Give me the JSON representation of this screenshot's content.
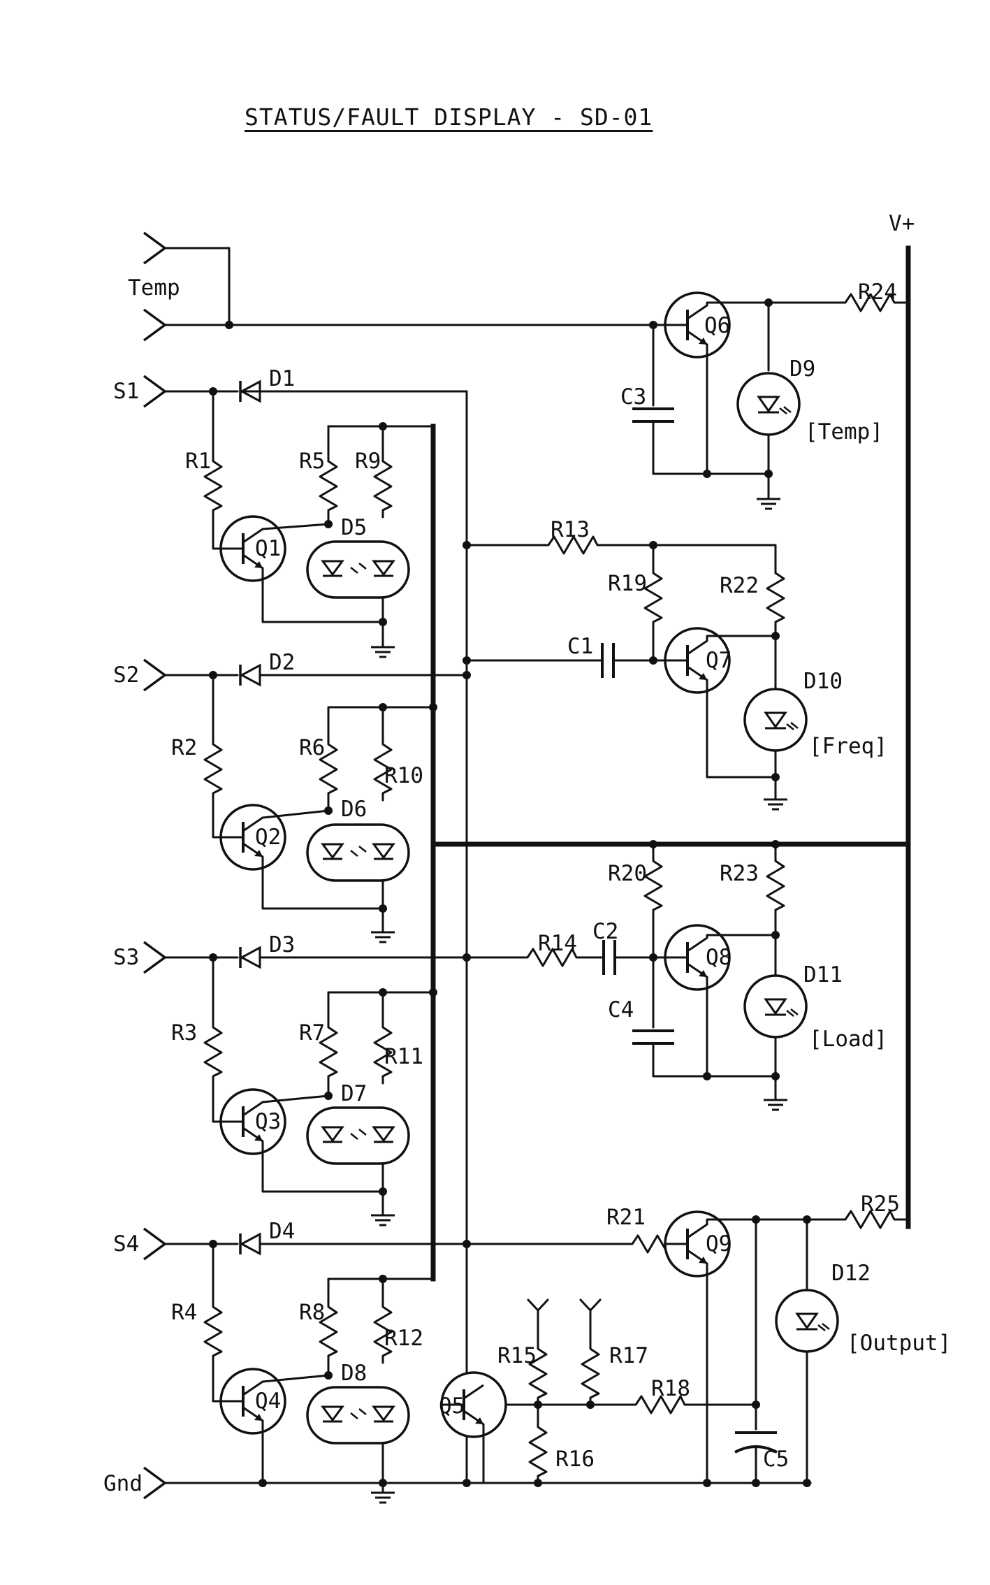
{
  "title": "STATUS/FAULT DISPLAY - SD-01",
  "terminals": {
    "temp": "Temp",
    "s1": "S1",
    "s2": "S2",
    "s3": "S3",
    "s4": "S4",
    "gnd": "Gnd",
    "vplus": "V+"
  },
  "diodes": {
    "d1": "D1",
    "d2": "D2",
    "d3": "D3",
    "d4": "D4"
  },
  "resistors": {
    "r1": "R1",
    "r2": "R2",
    "r3": "R3",
    "r4": "R4",
    "r5": "R5",
    "r6": "R6",
    "r7": "R7",
    "r8": "R8",
    "r9": "R9",
    "r10": "R10",
    "r11": "R11",
    "r12": "R12",
    "r13": "R13",
    "r14": "R14",
    "r15": "R15",
    "r16": "R16",
    "r17": "R17",
    "r18": "R18",
    "r19": "R19",
    "r20": "R20",
    "r21": "R21",
    "r22": "R22",
    "r23": "R23",
    "r24": "R24",
    "r25": "R25"
  },
  "transistors": {
    "q1": "Q1",
    "q2": "Q2",
    "q3": "Q3",
    "q4": "Q4",
    "q5": "Q5",
    "q6": "Q6",
    "q7": "Q7",
    "q8": "Q8",
    "q9": "Q9"
  },
  "optocouplers": {
    "d5": "D5",
    "d6": "D6",
    "d7": "D7",
    "d8": "D8"
  },
  "capacitors": {
    "c1": "C1",
    "c2": "C2",
    "c3": "C3",
    "c4": "C4",
    "c5": "C5"
  },
  "indicators": {
    "d9": {
      "ref": "D9",
      "label": "[Temp]"
    },
    "d10": {
      "ref": "D10",
      "label": "[Freq]"
    },
    "d11": {
      "ref": "D11",
      "label": "[Load]"
    },
    "d12": {
      "ref": "D12",
      "label": "[Output]"
    }
  }
}
